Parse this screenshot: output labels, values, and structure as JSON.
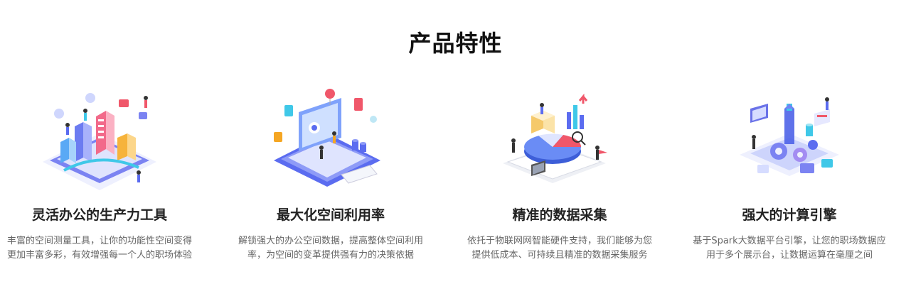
{
  "section": {
    "title": "产品特性"
  },
  "features": [
    {
      "icon": "flexible-office-illustration",
      "title": "灵活办公的生产力工具",
      "description": "丰富的空间测量工具，让你的功能性空间变得更加丰富多彩，有效增强每一个人的职场体验"
    },
    {
      "icon": "space-utilization-illustration",
      "title": "最大化空间利用率",
      "description": "解锁强大的办公空间数据，提高整体空间利用率，为空间的变革提供强有力的决策依据"
    },
    {
      "icon": "data-collection-illustration",
      "title": "精准的数据采集",
      "description": "依托于物联网网智能硬件支持，我们能够为您提供低成本、可持续且精准的数据采集服务"
    },
    {
      "icon": "computing-engine-illustration",
      "title": "强大的计算引擎",
      "description": "基于Spark大数据平台引擎，让您的职场数据应用于多个展示台，让数据运算在毫厘之间"
    }
  ],
  "colors": {
    "primary": "#5b6cf0",
    "accent_red": "#f0576a",
    "accent_orange": "#f5a623",
    "accent_cyan": "#3fc8e8"
  }
}
